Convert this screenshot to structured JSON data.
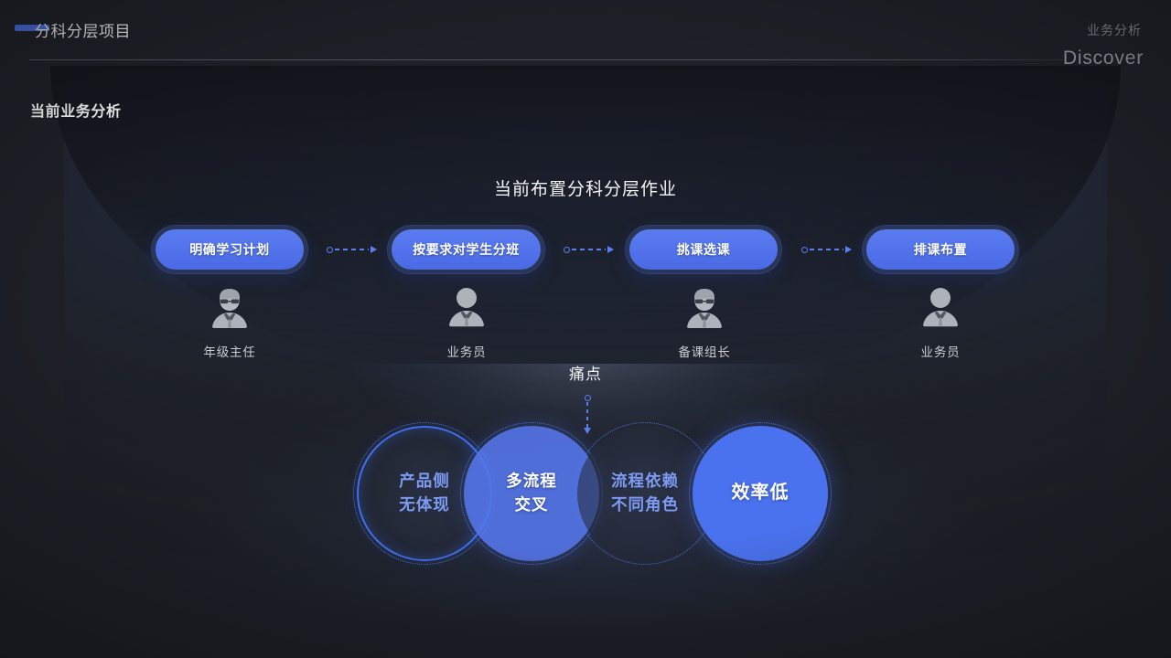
{
  "header": {
    "title": "分科分层项目",
    "right_cn": "业务分析",
    "right_en": "Discover",
    "accent_color": "#4a72e8"
  },
  "section": {
    "title": "当前业务分析"
  },
  "flow": {
    "title": "当前布置分科分层作业",
    "steps": [
      {
        "label": "明确学习计划",
        "role": "年级主任",
        "avatar": "person-glasses-icon"
      },
      {
        "label": "按要求对学生分班",
        "role": "业务员",
        "avatar": "person-icon"
      },
      {
        "label": "挑课选课",
        "role": "备课组长",
        "avatar": "person-glasses-icon"
      },
      {
        "label": "排课布置",
        "role": "业务员",
        "avatar": "person-icon"
      }
    ],
    "connector_icon": "dotted-arrow-right-icon",
    "pill_color": "#4a6ae6"
  },
  "pain": {
    "label": "痛点",
    "arrow_icon": "dotted-arrow-down-icon",
    "items": [
      {
        "line1": "产品侧",
        "line2": "无体现",
        "style": "outline"
      },
      {
        "line1": "多流程",
        "line2": "交叉",
        "style": "filled-soft"
      },
      {
        "line1": "流程依赖",
        "line2": "不同角色",
        "style": "dark"
      },
      {
        "line1": "效率低",
        "line2": "",
        "style": "filled"
      }
    ],
    "accent_color": "#4a72ee"
  }
}
